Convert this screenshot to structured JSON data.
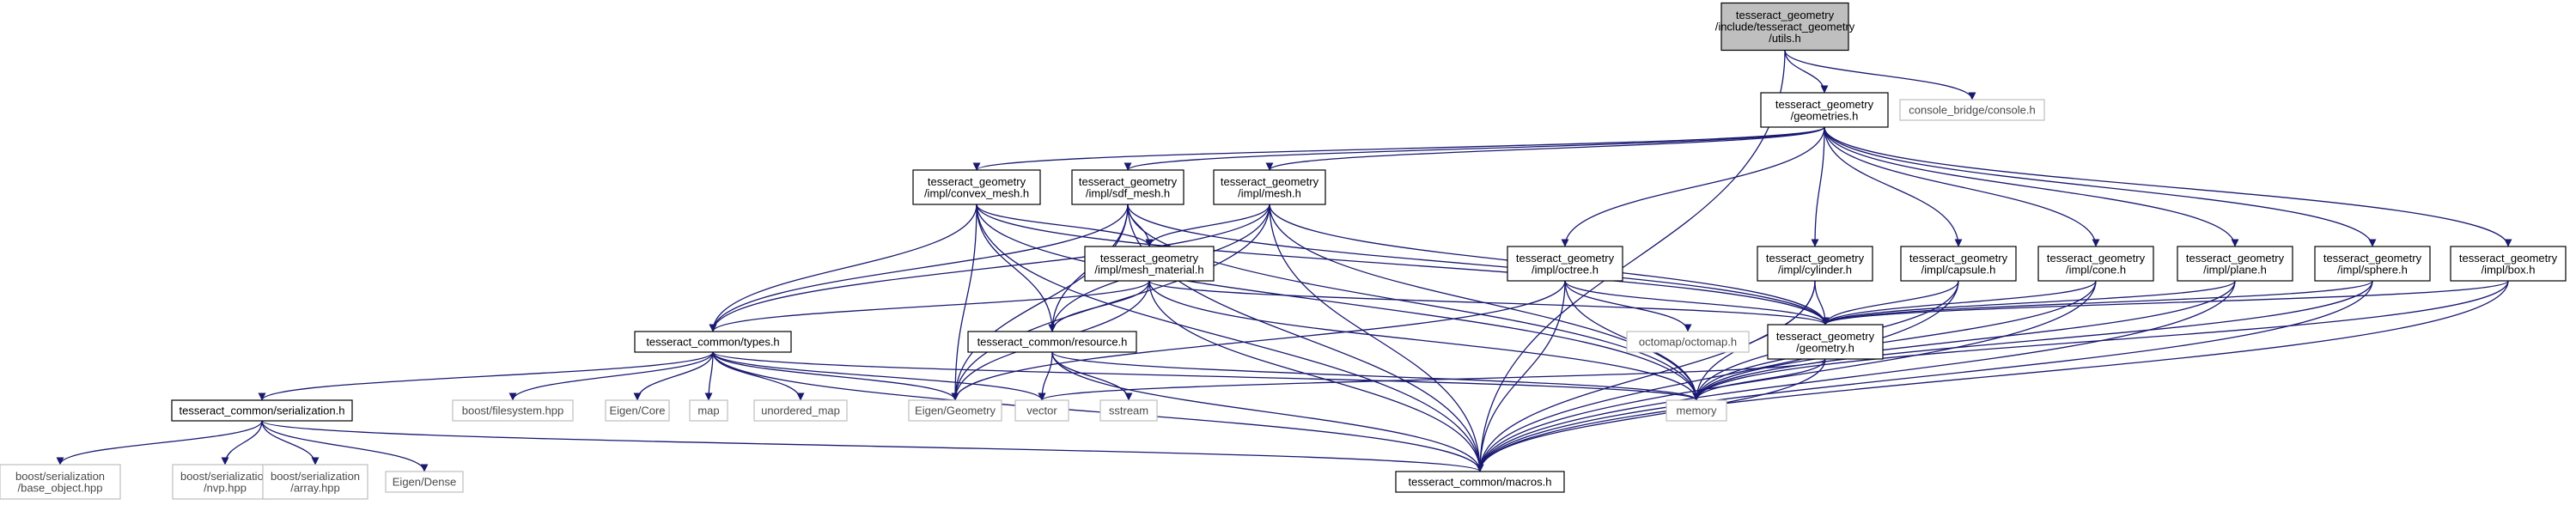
{
  "graph": {
    "edge_color": "#191970",
    "root_fill": "#bfbfbf",
    "external_border": "#bfbfbf",
    "nodes": [
      {
        "id": "utils",
        "lines": [
          "tesseract_geometry",
          "/include/tesseract_geometry",
          "/utils.h"
        ],
        "kind": "root"
      },
      {
        "id": "console",
        "lines": [
          "console_bridge/console.h"
        ],
        "kind": "external"
      },
      {
        "id": "geometries",
        "lines": [
          "tesseract_geometry",
          "/geometries.h"
        ],
        "kind": "file"
      },
      {
        "id": "convex_mesh",
        "lines": [
          "tesseract_geometry",
          "/impl/convex_mesh.h"
        ],
        "kind": "file"
      },
      {
        "id": "sdf_mesh",
        "lines": [
          "tesseract_geometry",
          "/impl/sdf_mesh.h"
        ],
        "kind": "file"
      },
      {
        "id": "mesh",
        "lines": [
          "tesseract_geometry",
          "/impl/mesh.h"
        ],
        "kind": "file"
      },
      {
        "id": "octree",
        "lines": [
          "tesseract_geometry",
          "/impl/octree.h"
        ],
        "kind": "file"
      },
      {
        "id": "cylinder",
        "lines": [
          "tesseract_geometry",
          "/impl/cylinder.h"
        ],
        "kind": "file"
      },
      {
        "id": "capsule",
        "lines": [
          "tesseract_geometry",
          "/impl/capsule.h"
        ],
        "kind": "file"
      },
      {
        "id": "cone",
        "lines": [
          "tesseract_geometry",
          "/impl/cone.h"
        ],
        "kind": "file"
      },
      {
        "id": "plane",
        "lines": [
          "tesseract_geometry",
          "/impl/plane.h"
        ],
        "kind": "file"
      },
      {
        "id": "sphere",
        "lines": [
          "tesseract_geometry",
          "/impl/sphere.h"
        ],
        "kind": "file"
      },
      {
        "id": "box",
        "lines": [
          "tesseract_geometry",
          "/impl/box.h"
        ],
        "kind": "file"
      },
      {
        "id": "mesh_material",
        "lines": [
          "tesseract_geometry",
          "/impl/mesh_material.h"
        ],
        "kind": "file"
      },
      {
        "id": "types",
        "lines": [
          "tesseract_common/types.h"
        ],
        "kind": "file"
      },
      {
        "id": "resource",
        "lines": [
          "tesseract_common/resource.h"
        ],
        "kind": "file"
      },
      {
        "id": "octomap",
        "lines": [
          "octomap/octomap.h"
        ],
        "kind": "external"
      },
      {
        "id": "geometry",
        "lines": [
          "tesseract_geometry",
          "/geometry.h"
        ],
        "kind": "file"
      },
      {
        "id": "serialization",
        "lines": [
          "tesseract_common/serialization.h"
        ],
        "kind": "file"
      },
      {
        "id": "filesystem",
        "lines": [
          "boost/filesystem.hpp"
        ],
        "kind": "external"
      },
      {
        "id": "eigen_core",
        "lines": [
          "Eigen/Core"
        ],
        "kind": "external"
      },
      {
        "id": "map",
        "lines": [
          "map"
        ],
        "kind": "external"
      },
      {
        "id": "unordered_map",
        "lines": [
          "unordered_map"
        ],
        "kind": "external"
      },
      {
        "id": "eigen_geometry",
        "lines": [
          "Eigen/Geometry"
        ],
        "kind": "external"
      },
      {
        "id": "vector",
        "lines": [
          "vector"
        ],
        "kind": "external"
      },
      {
        "id": "sstream",
        "lines": [
          "sstream"
        ],
        "kind": "external"
      },
      {
        "id": "memory",
        "lines": [
          "memory"
        ],
        "kind": "external"
      },
      {
        "id": "base_object",
        "lines": [
          "boost/serialization",
          "/base_object.hpp"
        ],
        "kind": "external"
      },
      {
        "id": "nvp",
        "lines": [
          "boost/serialization",
          "/nvp.hpp"
        ],
        "kind": "external"
      },
      {
        "id": "array",
        "lines": [
          "boost/serialization",
          "/array.hpp"
        ],
        "kind": "external"
      },
      {
        "id": "eigen_dense",
        "lines": [
          "Eigen/Dense"
        ],
        "kind": "external"
      },
      {
        "id": "macros",
        "lines": [
          "tesseract_common/macros.h"
        ],
        "kind": "file"
      }
    ],
    "edges": [
      [
        "utils",
        "console"
      ],
      [
        "utils",
        "geometries"
      ],
      [
        "utils",
        "macros"
      ],
      [
        "geometries",
        "convex_mesh"
      ],
      [
        "geometries",
        "sdf_mesh"
      ],
      [
        "geometries",
        "mesh"
      ],
      [
        "geometries",
        "octree"
      ],
      [
        "geometries",
        "cylinder"
      ],
      [
        "geometries",
        "capsule"
      ],
      [
        "geometries",
        "cone"
      ],
      [
        "geometries",
        "plane"
      ],
      [
        "geometries",
        "sphere"
      ],
      [
        "geometries",
        "box"
      ],
      [
        "convex_mesh",
        "mesh_material"
      ],
      [
        "convex_mesh",
        "types"
      ],
      [
        "convex_mesh",
        "resource"
      ],
      [
        "convex_mesh",
        "eigen_geometry"
      ],
      [
        "convex_mesh",
        "geometry"
      ],
      [
        "convex_mesh",
        "memory"
      ],
      [
        "convex_mesh",
        "macros"
      ],
      [
        "sdf_mesh",
        "mesh_material"
      ],
      [
        "sdf_mesh",
        "types"
      ],
      [
        "sdf_mesh",
        "resource"
      ],
      [
        "sdf_mesh",
        "eigen_geometry"
      ],
      [
        "sdf_mesh",
        "geometry"
      ],
      [
        "sdf_mesh",
        "memory"
      ],
      [
        "sdf_mesh",
        "macros"
      ],
      [
        "mesh",
        "mesh_material"
      ],
      [
        "mesh",
        "types"
      ],
      [
        "mesh",
        "resource"
      ],
      [
        "mesh",
        "eigen_geometry"
      ],
      [
        "mesh",
        "geometry"
      ],
      [
        "mesh",
        "memory"
      ],
      [
        "mesh",
        "macros"
      ],
      [
        "mesh_material",
        "types"
      ],
      [
        "mesh_material",
        "resource"
      ],
      [
        "mesh_material",
        "eigen_geometry"
      ],
      [
        "mesh_material",
        "geometry"
      ],
      [
        "mesh_material",
        "memory"
      ],
      [
        "mesh_material",
        "macros"
      ],
      [
        "octree",
        "octomap"
      ],
      [
        "octree",
        "geometry"
      ],
      [
        "octree",
        "memory"
      ],
      [
        "octree",
        "eigen_geometry"
      ],
      [
        "octree",
        "macros"
      ],
      [
        "cylinder",
        "geometry"
      ],
      [
        "cylinder",
        "memory"
      ],
      [
        "cylinder",
        "macros"
      ],
      [
        "capsule",
        "geometry"
      ],
      [
        "capsule",
        "memory"
      ],
      [
        "capsule",
        "macros"
      ],
      [
        "cone",
        "geometry"
      ],
      [
        "cone",
        "memory"
      ],
      [
        "cone",
        "macros"
      ],
      [
        "plane",
        "geometry"
      ],
      [
        "plane",
        "memory"
      ],
      [
        "plane",
        "macros"
      ],
      [
        "sphere",
        "geometry"
      ],
      [
        "sphere",
        "memory"
      ],
      [
        "sphere",
        "macros"
      ],
      [
        "box",
        "geometry"
      ],
      [
        "box",
        "memory"
      ],
      [
        "box",
        "macros"
      ],
      [
        "types",
        "serialization"
      ],
      [
        "types",
        "filesystem"
      ],
      [
        "types",
        "eigen_core"
      ],
      [
        "types",
        "map"
      ],
      [
        "types",
        "unordered_map"
      ],
      [
        "types",
        "eigen_geometry"
      ],
      [
        "types",
        "vector"
      ],
      [
        "types",
        "memory"
      ],
      [
        "types",
        "macros"
      ],
      [
        "resource",
        "vector"
      ],
      [
        "resource",
        "sstream"
      ],
      [
        "resource",
        "memory"
      ],
      [
        "resource",
        "macros"
      ],
      [
        "geometry",
        "memory"
      ],
      [
        "geometry",
        "vector"
      ],
      [
        "geometry",
        "macros"
      ],
      [
        "serialization",
        "base_object"
      ],
      [
        "serialization",
        "nvp"
      ],
      [
        "serialization",
        "array"
      ],
      [
        "serialization",
        "eigen_dense"
      ],
      [
        "serialization",
        "macros"
      ]
    ]
  }
}
